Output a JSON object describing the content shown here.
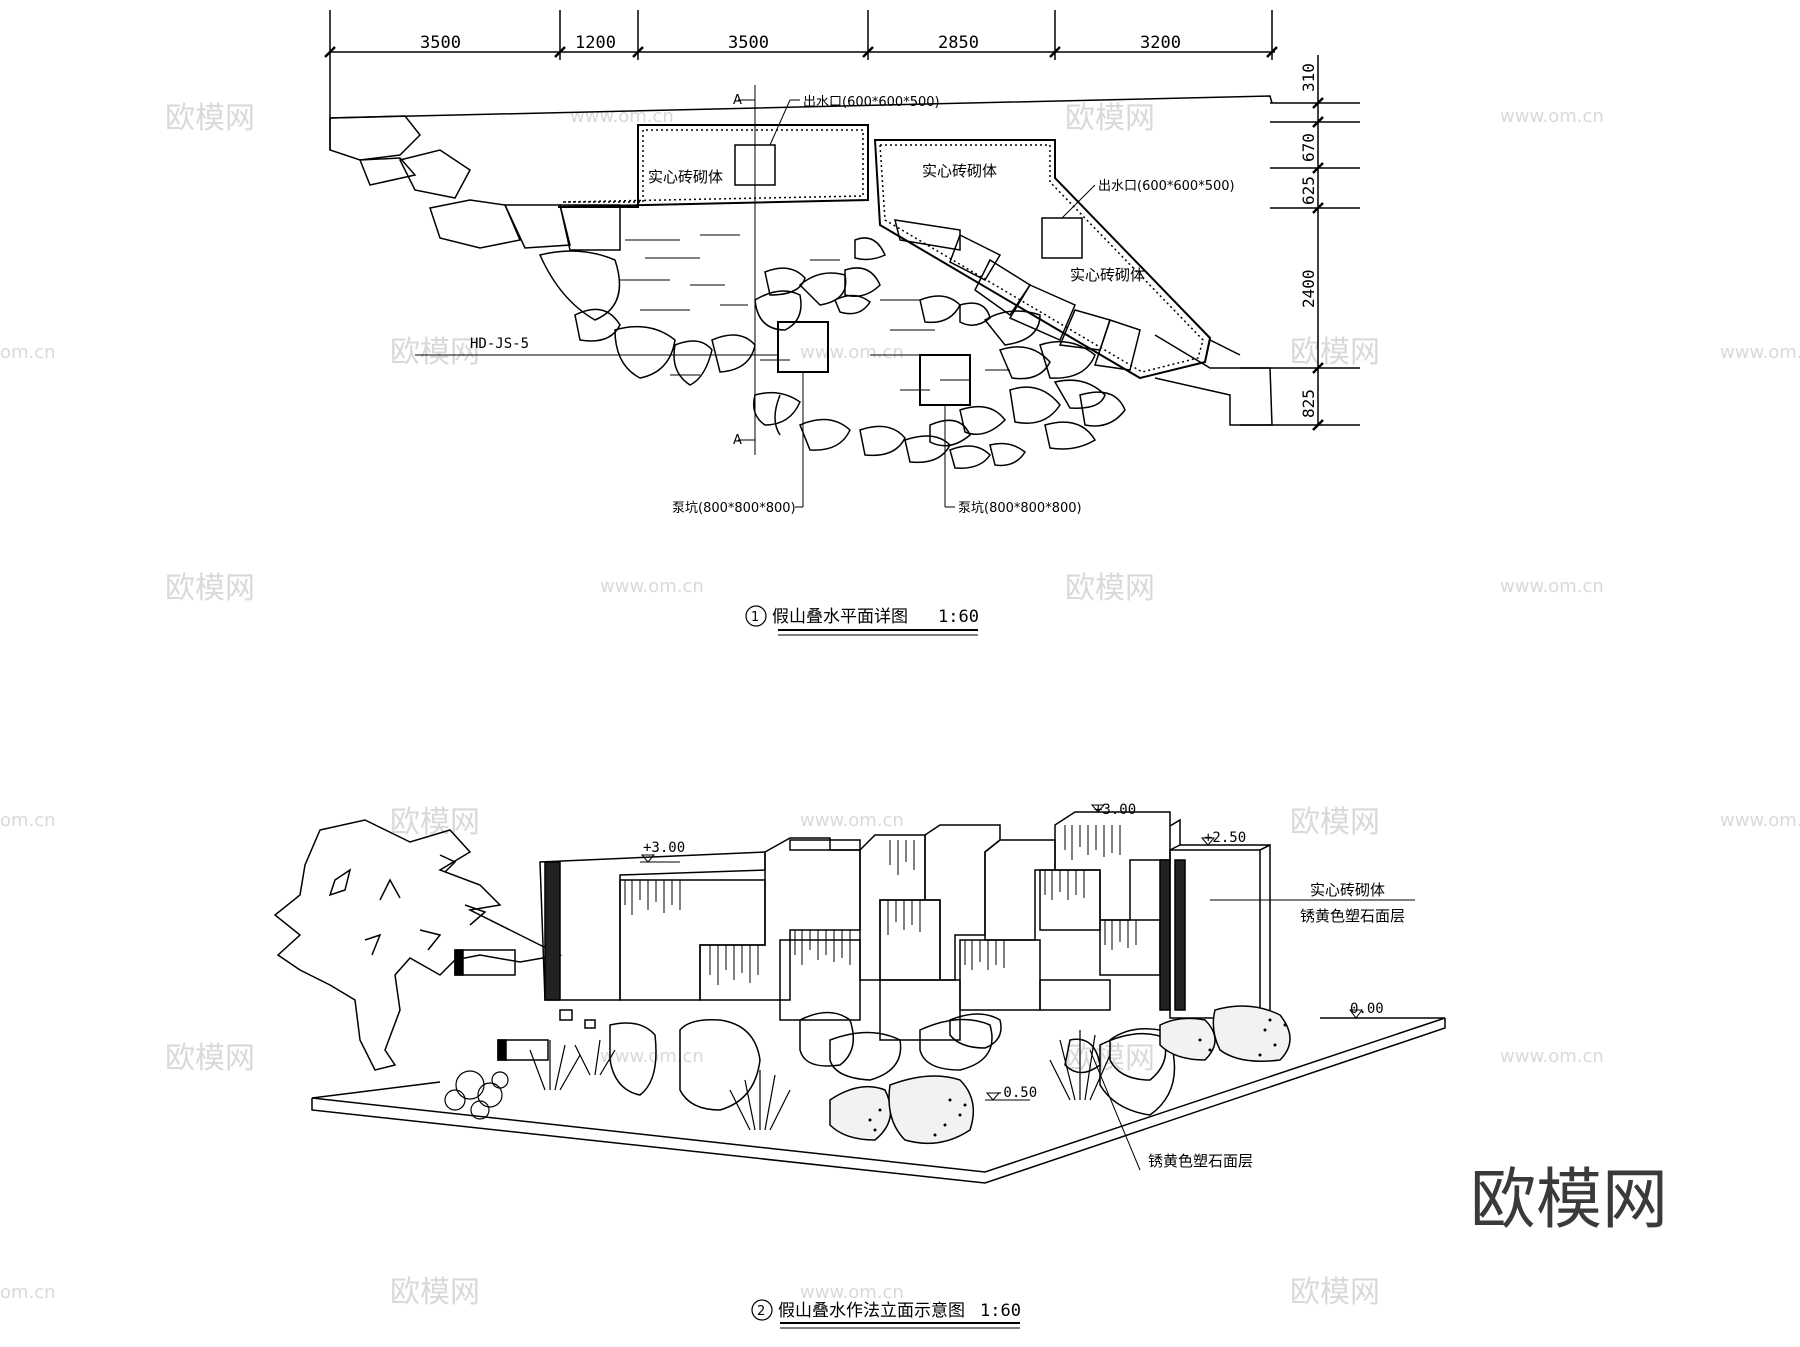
{
  "plan": {
    "dimensions_top": [
      "3500",
      "1200",
      "3500",
      "2850",
      "3200"
    ],
    "dimensions_right": [
      "310",
      "670",
      "625",
      "2400",
      "825"
    ],
    "labels": {
      "brick1": "实心砖砌体",
      "brick2": "实心砖砌体",
      "brick3": "实心砖砌体",
      "outlet1": "出水口(600*600*500)",
      "outlet2": "出水口(600*600*500)",
      "pump1": "泵坑(800*800*800)",
      "pump2": "泵坑(800*800*800)",
      "ref": "HD-JS-5",
      "section_a_top": "A",
      "section_a_bottom": "A"
    },
    "title_num": "1",
    "title": "假山叠水平面详图",
    "scale": "1:60"
  },
  "elevation": {
    "levels": {
      "lvl1": "+3.00",
      "lvl2": "+3.00",
      "lvl3": "+2.50",
      "lvl4": "0.00",
      "lvl5": "-0.50"
    },
    "labels": {
      "brick": "实心砖砌体",
      "stone1": "锈黄色塑石面层",
      "stone2": "锈黄色塑石面层"
    },
    "title_num": "2",
    "title": "假山叠水作法立面示意图",
    "scale": "1:60"
  },
  "watermark": {
    "brand": "欧模网",
    "url": "www.om.cn",
    "corner": "欧模网",
    "edge": "om.cn"
  }
}
